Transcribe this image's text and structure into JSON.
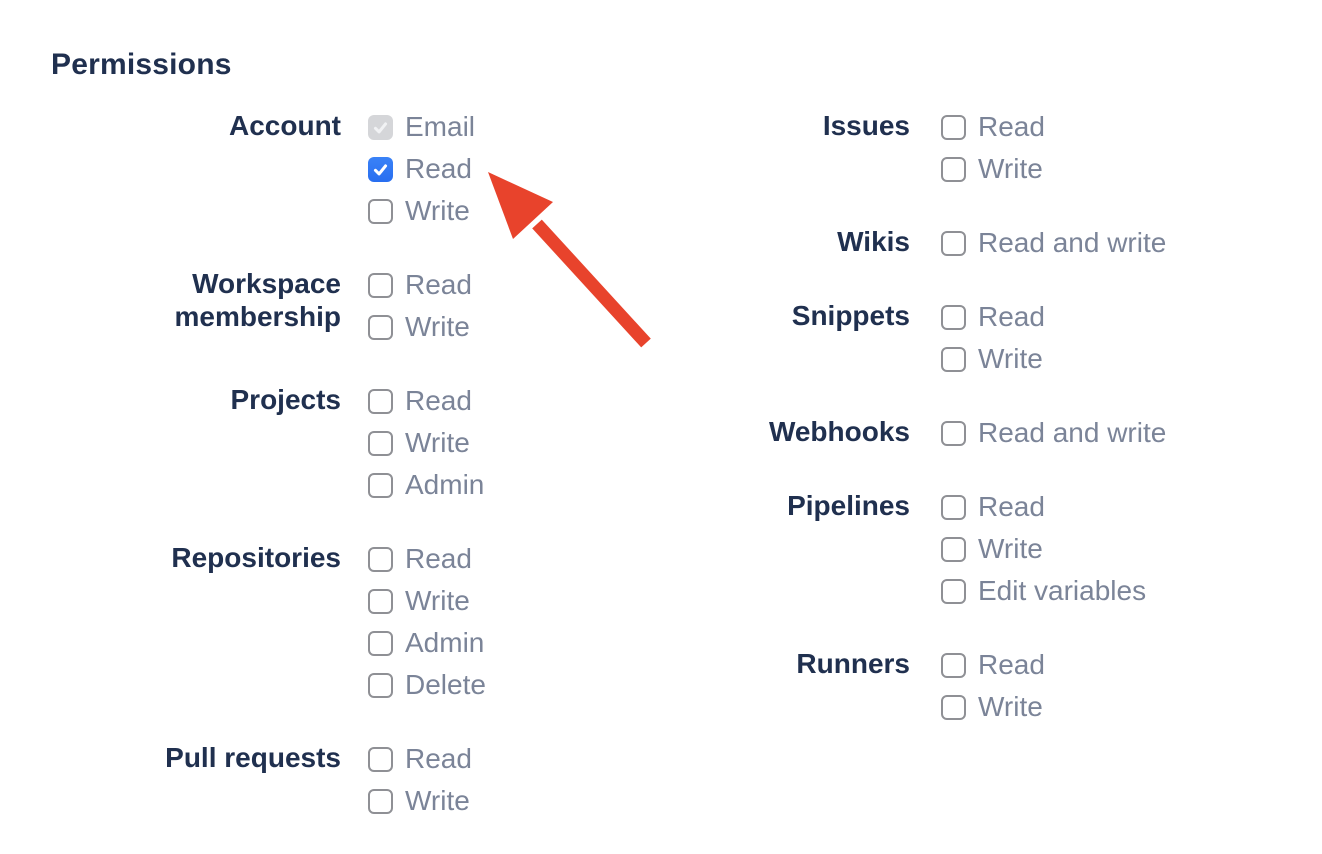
{
  "page": {
    "heading": "Permissions"
  },
  "permissions": {
    "left_column": [
      {
        "group": "Account",
        "options": [
          {
            "label": "Email",
            "state": "checked-disabled"
          },
          {
            "label": "Read",
            "state": "checked"
          },
          {
            "label": "Write",
            "state": "unchecked"
          }
        ]
      },
      {
        "group": "Workspace membership",
        "options": [
          {
            "label": "Read",
            "state": "unchecked"
          },
          {
            "label": "Write",
            "state": "unchecked"
          }
        ]
      },
      {
        "group": "Projects",
        "options": [
          {
            "label": "Read",
            "state": "unchecked"
          },
          {
            "label": "Write",
            "state": "unchecked"
          },
          {
            "label": "Admin",
            "state": "unchecked"
          }
        ]
      },
      {
        "group": "Repositories",
        "options": [
          {
            "label": "Read",
            "state": "unchecked"
          },
          {
            "label": "Write",
            "state": "unchecked"
          },
          {
            "label": "Admin",
            "state": "unchecked"
          },
          {
            "label": "Delete",
            "state": "unchecked"
          }
        ]
      },
      {
        "group": "Pull requests",
        "options": [
          {
            "label": "Read",
            "state": "unchecked"
          },
          {
            "label": "Write",
            "state": "unchecked"
          }
        ]
      }
    ],
    "right_column": [
      {
        "group": "Issues",
        "options": [
          {
            "label": "Read",
            "state": "unchecked"
          },
          {
            "label": "Write",
            "state": "unchecked"
          }
        ]
      },
      {
        "group": "Wikis",
        "options": [
          {
            "label": "Read and write",
            "state": "unchecked"
          }
        ]
      },
      {
        "group": "Snippets",
        "options": [
          {
            "label": "Read",
            "state": "unchecked"
          },
          {
            "label": "Write",
            "state": "unchecked"
          }
        ]
      },
      {
        "group": "Webhooks",
        "options": [
          {
            "label": "Read and write",
            "state": "unchecked"
          }
        ]
      },
      {
        "group": "Pipelines",
        "options": [
          {
            "label": "Read",
            "state": "unchecked"
          },
          {
            "label": "Write",
            "state": "unchecked"
          },
          {
            "label": "Edit variables",
            "state": "unchecked"
          }
        ]
      },
      {
        "group": "Runners",
        "options": [
          {
            "label": "Read",
            "state": "unchecked"
          },
          {
            "label": "Write",
            "state": "unchecked"
          }
        ]
      }
    ]
  },
  "annotation": {
    "arrow_target": "checkbox-account-read",
    "arrow_color": "#e8432c"
  },
  "colors": {
    "heading_navy": "#20304f",
    "option_label_gray": "#7b8498",
    "checkbox_checked_blue": "#2e78f3",
    "checkbox_disabled_gray": "#d5d6d9",
    "checkbox_border_gray": "#8f9095",
    "background": "#ffffff"
  }
}
